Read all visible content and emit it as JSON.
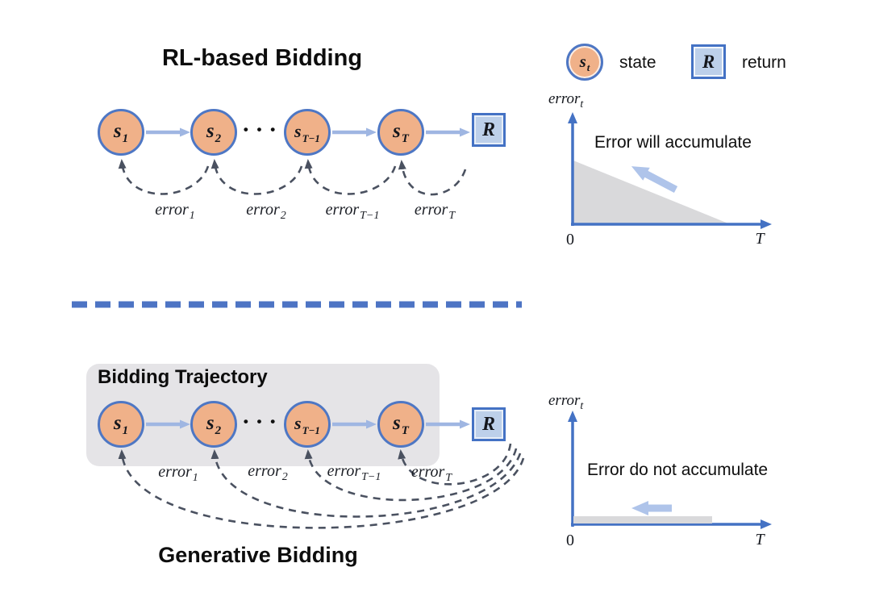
{
  "top": {
    "title": "RL-based Bidding",
    "nodes": [
      {
        "base": "s",
        "sub": "1"
      },
      {
        "base": "s",
        "sub": "2"
      },
      {
        "base": "s",
        "sub": "T−1"
      },
      {
        "base": "s",
        "sub": "T"
      }
    ],
    "ellipsis": "• • •",
    "return_label": "R",
    "errors": [
      {
        "base": "error",
        "sub": "1"
      },
      {
        "base": "error",
        "sub": "2"
      },
      {
        "base": "error",
        "sub": "T−1"
      },
      {
        "base": "error",
        "sub": "T"
      }
    ]
  },
  "legend": {
    "state_symbol": {
      "base": "s",
      "sub": "t"
    },
    "state_label": "state",
    "return_symbol": "R",
    "return_label": "return"
  },
  "chart_top": {
    "y_label": {
      "base": "error",
      "sub": "t"
    },
    "annotation": "Error will accumulate",
    "origin_label": "0",
    "x_end_label": "T"
  },
  "bottom": {
    "box_label": "Bidding Trajectory",
    "title": "Generative Bidding",
    "nodes": [
      {
        "base": "s",
        "sub": "1"
      },
      {
        "base": "s",
        "sub": "2"
      },
      {
        "base": "s",
        "sub": "T−1"
      },
      {
        "base": "s",
        "sub": "T"
      }
    ],
    "ellipsis": "• • •",
    "return_label": "R",
    "errors": [
      {
        "base": "error",
        "sub": "1"
      },
      {
        "base": "error",
        "sub": "2"
      },
      {
        "base": "error",
        "sub": "T−1"
      },
      {
        "base": "error",
        "sub": "T"
      }
    ]
  },
  "chart_bottom": {
    "y_label": {
      "base": "error",
      "sub": "t"
    },
    "annotation": "Error do not accumulate",
    "origin_label": "0",
    "x_end_label": "T"
  },
  "colors": {
    "state_fill": "#F0B189",
    "node_border": "#4E77C4",
    "return_fill": "#BDD0EA",
    "transition_arrow": "#9FB6E2",
    "error_arrow": "#4A5160",
    "axis": "#4472C4",
    "gray_shape": "#D9D9DB",
    "trajectory_box": "#E5E4E7",
    "block_arrow": "#AFC4EA",
    "separator": "#4D74C4"
  }
}
